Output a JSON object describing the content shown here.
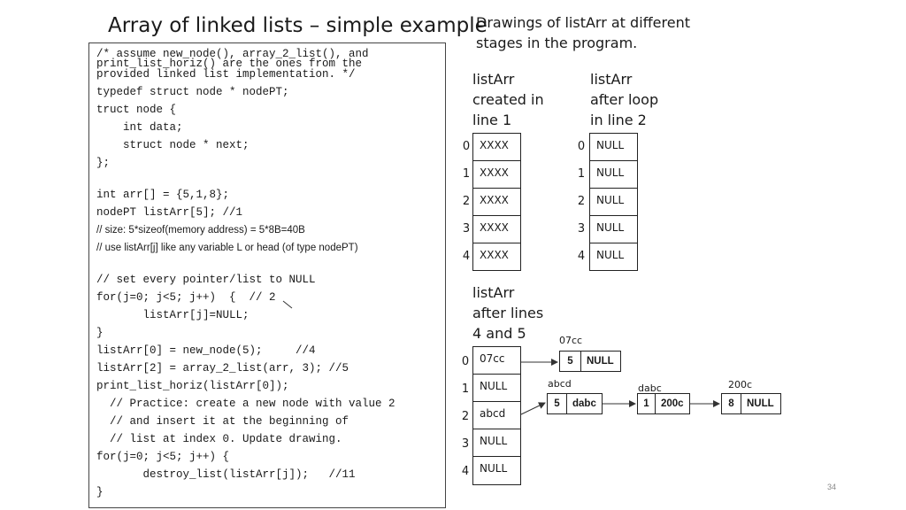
{
  "title": "Array of linked lists –  simple example",
  "caption_lines": [
    "Drawings of listArr at different",
    "stages in the program."
  ],
  "code_lines": [
    "/* assume new_node(), array_2_list(), and",
    "print_list_horiz() are the ones from the",
    "provided linked list implementation. */",
    "typedef struct node * nodePT;",
    "truct node {",
    "    int data;",
    "    struct node * next;",
    "};",
    "int arr[] = {5,1,8};",
    "nodePT listArr[5]; //1",
    "// size: 5*sizeof(memory address) = 5*8B=40B",
    "// use listArr[j] like any variable L or head (of type nodePT)",
    "// set every pointer/list to NULL",
    "for(j=0; j<5; j++)  {  // 2",
    "       listArr[j]=NULL;",
    "}",
    "listArr[0] = new_node(5);     //4",
    "listArr[2] = array_2_list(arr, 3); //5",
    "print_list_horiz(listArr[0]);",
    "  // Practice: create a new node with value 2",
    "  // and insert it at the beginning of",
    "  // list at index 0. Update drawing.",
    "for(j=0; j<5; j++) {",
    "       destroy_list(listArr[j]);   //11",
    "}"
  ],
  "arrays": [
    {
      "header": [
        "listArr",
        "created in",
        "line 1"
      ],
      "indices": [
        "0",
        "1",
        "2",
        "3",
        "4"
      ],
      "cells": [
        "XXXX",
        "XXXX",
        "XXXX",
        "XXXX",
        "XXXX"
      ]
    },
    {
      "header": [
        "listArr",
        "after loop",
        "in line 2"
      ],
      "indices": [
        "0",
        "1",
        "2",
        "3",
        "4"
      ],
      "cells": [
        "NULL",
        "NULL",
        "NULL",
        "NULL",
        "NULL"
      ]
    },
    {
      "header": [
        "listArr",
        "after lines",
        "4 and 5"
      ],
      "indices": [
        "0",
        "1",
        "2",
        "3",
        "4"
      ],
      "cells": [
        "07cc",
        "NULL",
        "abcd",
        "NULL",
        "NULL"
      ]
    }
  ],
  "nodes": [
    {
      "address": "07cc",
      "data": "5",
      "next": "NULL"
    },
    {
      "address": "abcd",
      "data": "5",
      "next": "dabc"
    },
    {
      "address": "dabc",
      "data": "1",
      "next": "200c"
    },
    {
      "address": "200c",
      "data": "8",
      "next": "NULL"
    }
  ],
  "page_number": "34"
}
